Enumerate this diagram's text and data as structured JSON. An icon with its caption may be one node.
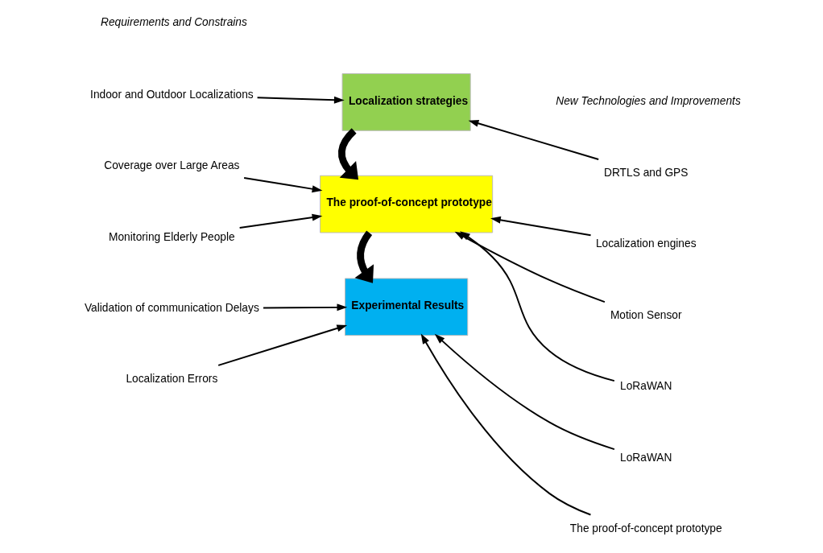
{
  "diagram": {
    "nodes": [
      {
        "text": [
          "Localization strategies"
        ]
      },
      {
        "text": [
          "The proof-of-concept prototype"
        ]
      },
      {
        "text": [
          "Experimental Results"
        ]
      },
      {
        "text": [
          "Indoor and Outdoor Localizations"
        ]
      },
      {
        "text": [
          "Coverage over Large Areas"
        ]
      },
      {
        "text": [
          "Monitoring Elderly People"
        ]
      },
      {
        "text": [
          "Validation of communication Delays"
        ]
      },
      {
        "text": [
          "Localization Errors"
        ]
      },
      {
        "text": [
          "DRTLS and GPS"
        ]
      },
      {
        "text": [
          "Localization engines"
        ]
      },
      {
        "text": [
          "Motion Sensor"
        ]
      },
      {
        "text": [
          "LoRaWAN"
        ]
      },
      {
        "text": [
          "LoRaWAN"
        ]
      },
      {
        "text": [
          "The proof-of-concept prototype"
        ]
      }
    ],
    "edges": [
      {
        "from": 0,
        "to": 1,
        "arrow": "to",
        "style": "thick"
      },
      {
        "from": 1,
        "to": 2,
        "arrow": "to",
        "style": "thick"
      },
      {
        "from": 3,
        "to": 0,
        "arrow": "to"
      },
      {
        "from": 8,
        "to": 0,
        "arrow": "to"
      },
      {
        "from": 4,
        "to": 1,
        "arrow": "to"
      },
      {
        "from": 5,
        "to": 1,
        "arrow": "to"
      },
      {
        "from": 9,
        "to": 1,
        "arrow": "to"
      },
      {
        "from": 10,
        "to": 1,
        "arrow": "to"
      },
      {
        "from": 11,
        "to": 1,
        "arrow": "to"
      },
      {
        "from": 6,
        "to": 2,
        "arrow": "to"
      },
      {
        "from": 7,
        "to": 2,
        "arrow": "to"
      },
      {
        "from": 12,
        "to": 2,
        "arrow": "to"
      },
      {
        "from": 13,
        "to": 2,
        "arrow": "to"
      }
    ],
    "labels": [
      "Requirements and Constrains",
      "New Technologies and Improvements"
    ]
  }
}
